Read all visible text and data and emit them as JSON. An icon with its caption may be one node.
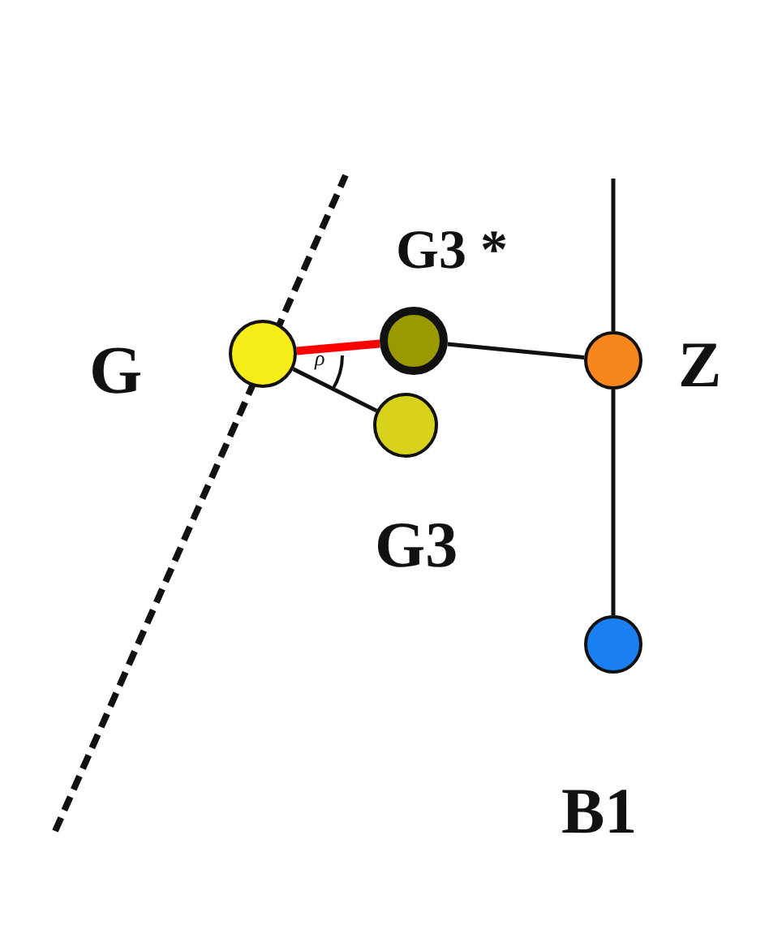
{
  "diagram": {
    "nodes": [
      {
        "text": [],
        "shape": "circle",
        "beside": [
          "G"
        ]
      },
      {
        "text": [],
        "shape": "circle",
        "beside": [
          "G3 *"
        ]
      },
      {
        "text": [],
        "shape": "circle",
        "beside": [
          "Z"
        ]
      },
      {
        "text": [],
        "shape": "circle",
        "beside": [
          "G3"
        ]
      },
      {
        "text": [],
        "shape": "circle",
        "beside": [
          "B1"
        ]
      }
    ],
    "edges": [
      {
        "from": 0,
        "to": 1,
        "arrow": "none",
        "style": "thick",
        "color": "#ff0000"
      },
      {
        "from": 0,
        "to": 3,
        "arrow": "none"
      },
      {
        "from": 1,
        "to": 2,
        "arrow": "none"
      },
      {
        "from": null,
        "to": 2,
        "arrow": "none"
      },
      {
        "from": 2,
        "to": 4,
        "arrow": "none"
      }
    ],
    "labels": [
      "ρ"
    ]
  }
}
